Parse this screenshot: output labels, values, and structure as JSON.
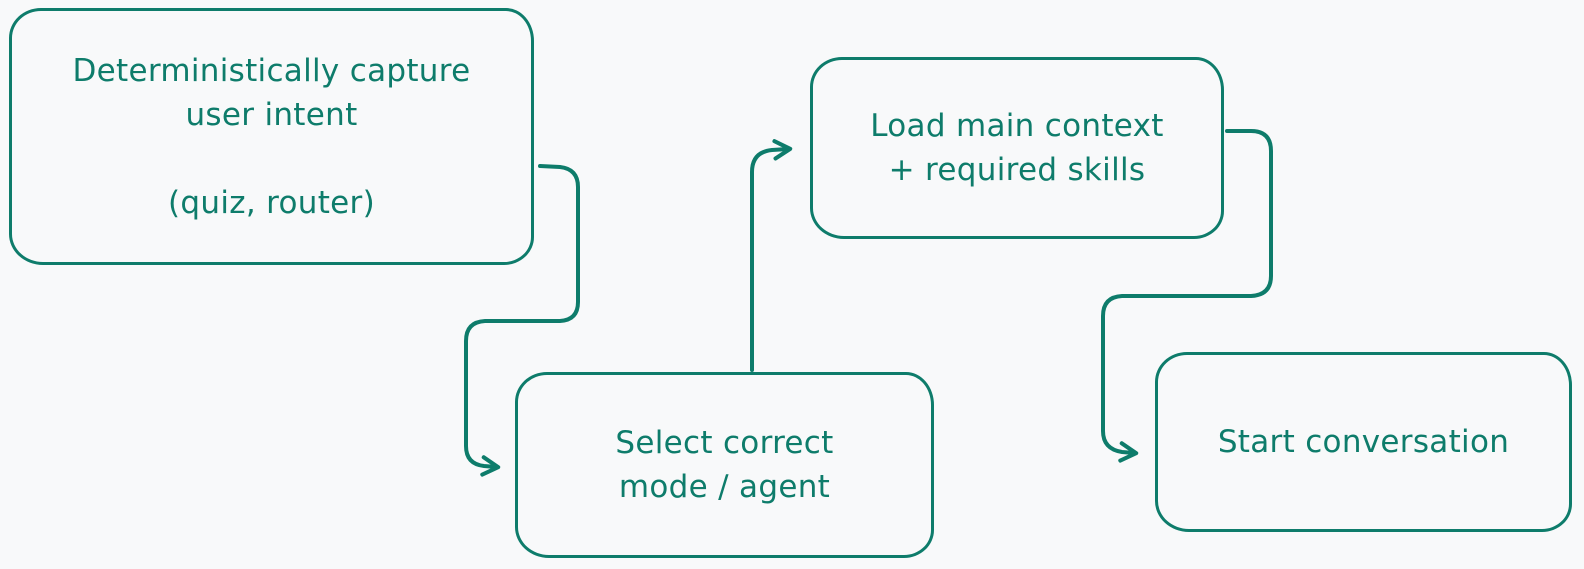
{
  "colors": {
    "accent": "#0e7c6b",
    "background": "#f8f9fa"
  },
  "diagram": {
    "type": "flowchart",
    "style": "hand-drawn",
    "nodes": [
      {
        "id": "capture-user-intent",
        "lines": [
          "Deterministically capture",
          "user intent",
          "",
          "(quiz, router)"
        ]
      },
      {
        "id": "select-mode-agent",
        "lines": [
          "Select correct",
          "mode / agent"
        ]
      },
      {
        "id": "load-context-skills",
        "lines": [
          "Load main context",
          "+ required skills"
        ]
      },
      {
        "id": "start-conversation",
        "lines": [
          "Start conversation"
        ]
      }
    ],
    "edges": [
      {
        "from": "capture-user-intent",
        "to": "select-mode-agent"
      },
      {
        "from": "select-mode-agent",
        "to": "load-context-skills"
      },
      {
        "from": "load-context-skills",
        "to": "start-conversation"
      }
    ]
  }
}
